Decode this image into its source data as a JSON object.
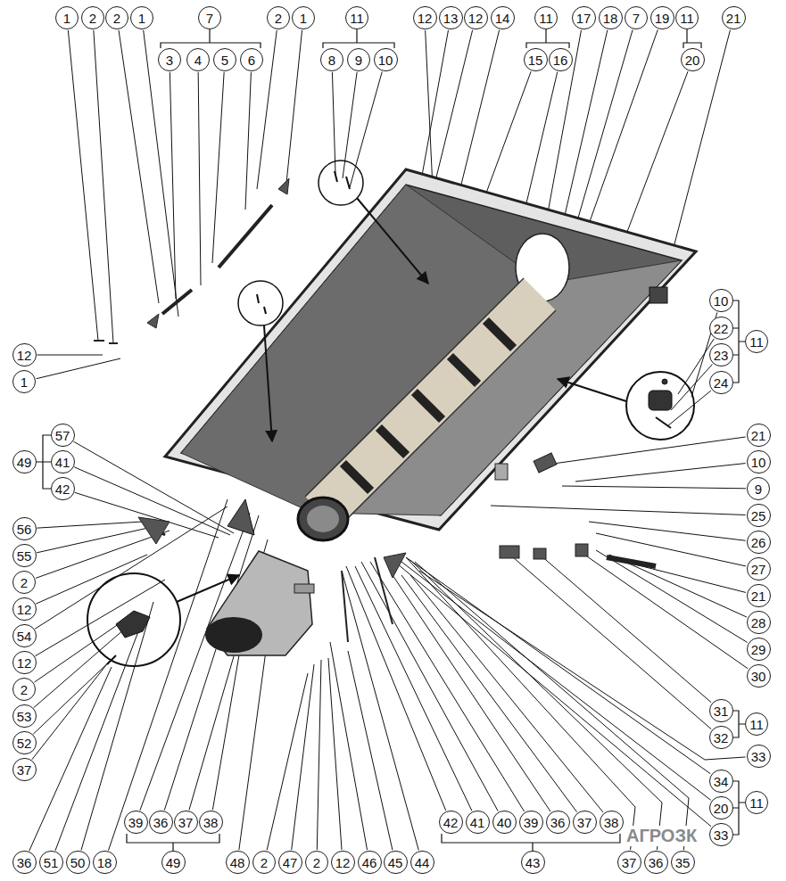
{
  "diagram": {
    "nodes": [
      {
        "text": [
          "1"
        ]
      },
      {
        "text": [
          "2"
        ]
      },
      {
        "text": [
          "2"
        ]
      },
      {
        "text": [
          "1"
        ]
      },
      {
        "text": [
          "7"
        ]
      },
      {
        "text": [
          "2"
        ]
      },
      {
        "text": [
          "1"
        ]
      },
      {
        "text": [
          "11"
        ]
      },
      {
        "text": [
          "12"
        ]
      },
      {
        "text": [
          "13"
        ]
      },
      {
        "text": [
          "12"
        ]
      },
      {
        "text": [
          "14"
        ]
      },
      {
        "text": [
          "11"
        ]
      },
      {
        "text": [
          "17"
        ]
      },
      {
        "text": [
          "18"
        ]
      },
      {
        "text": [
          "7"
        ]
      },
      {
        "text": [
          "19"
        ]
      },
      {
        "text": [
          "11"
        ]
      },
      {
        "text": [
          "21"
        ]
      },
      {
        "text": [
          "3"
        ]
      },
      {
        "text": [
          "4"
        ]
      },
      {
        "text": [
          "5"
        ]
      },
      {
        "text": [
          "6"
        ]
      },
      {
        "text": [
          "8"
        ]
      },
      {
        "text": [
          "9"
        ]
      },
      {
        "text": [
          "10"
        ]
      },
      {
        "text": [
          "15"
        ]
      },
      {
        "text": [
          "16"
        ]
      },
      {
        "text": [
          "20"
        ]
      },
      {
        "text": [
          "10"
        ]
      },
      {
        "text": [
          "22"
        ]
      },
      {
        "text": [
          "23"
        ]
      },
      {
        "text": [
          "24"
        ]
      },
      {
        "text": [
          "11"
        ]
      },
      {
        "text": [
          "21"
        ]
      },
      {
        "text": [
          "10"
        ]
      },
      {
        "text": [
          "9"
        ]
      },
      {
        "text": [
          "25"
        ]
      },
      {
        "text": [
          "26"
        ]
      },
      {
        "text": [
          "27"
        ]
      },
      {
        "text": [
          "21"
        ]
      },
      {
        "text": [
          "28"
        ]
      },
      {
        "text": [
          "29"
        ]
      },
      {
        "text": [
          "30"
        ]
      },
      {
        "text": [
          "31"
        ]
      },
      {
        "text": [
          "32"
        ]
      },
      {
        "text": [
          "11"
        ]
      },
      {
        "text": [
          "33"
        ]
      },
      {
        "text": [
          "34"
        ]
      },
      {
        "text": [
          "20"
        ]
      },
      {
        "text": [
          "33"
        ]
      },
      {
        "text": [
          "11"
        ]
      },
      {
        "text": [
          "12"
        ]
      },
      {
        "text": [
          "1"
        ]
      },
      {
        "text": [
          "49"
        ]
      },
      {
        "text": [
          "57"
        ]
      },
      {
        "text": [
          "41"
        ]
      },
      {
        "text": [
          "42"
        ]
      },
      {
        "text": [
          "56"
        ]
      },
      {
        "text": [
          "55"
        ]
      },
      {
        "text": [
          "2"
        ]
      },
      {
        "text": [
          "12"
        ]
      },
      {
        "text": [
          "54"
        ]
      },
      {
        "text": [
          "12"
        ]
      },
      {
        "text": [
          "2"
        ]
      },
      {
        "text": [
          "53"
        ]
      },
      {
        "text": [
          "52"
        ]
      },
      {
        "text": [
          "37"
        ]
      },
      {
        "text": [
          "36"
        ]
      },
      {
        "text": [
          "51"
        ]
      },
      {
        "text": [
          "50"
        ]
      },
      {
        "text": [
          "18"
        ]
      },
      {
        "text": [
          "39"
        ]
      },
      {
        "text": [
          "36"
        ]
      },
      {
        "text": [
          "37"
        ]
      },
      {
        "text": [
          "38"
        ]
      },
      {
        "text": [
          "49"
        ]
      },
      {
        "text": [
          "48"
        ]
      },
      {
        "text": [
          "2"
        ]
      },
      {
        "text": [
          "47"
        ]
      },
      {
        "text": [
          "2"
        ]
      },
      {
        "text": [
          "12"
        ]
      },
      {
        "text": [
          "46"
        ]
      },
      {
        "text": [
          "45"
        ]
      },
      {
        "text": [
          "44"
        ]
      },
      {
        "text": [
          "42"
        ]
      },
      {
        "text": [
          "41"
        ]
      },
      {
        "text": [
          "40"
        ]
      },
      {
        "text": [
          "39"
        ]
      },
      {
        "text": [
          "36"
        ]
      },
      {
        "text": [
          "37"
        ]
      },
      {
        "text": [
          "38"
        ]
      },
      {
        "text": [
          "43"
        ]
      },
      {
        "text": [
          "37"
        ]
      },
      {
        "text": [
          "36"
        ]
      },
      {
        "text": [
          "35"
        ]
      }
    ],
    "labels": [
      "АГРОЗК"
    ]
  }
}
